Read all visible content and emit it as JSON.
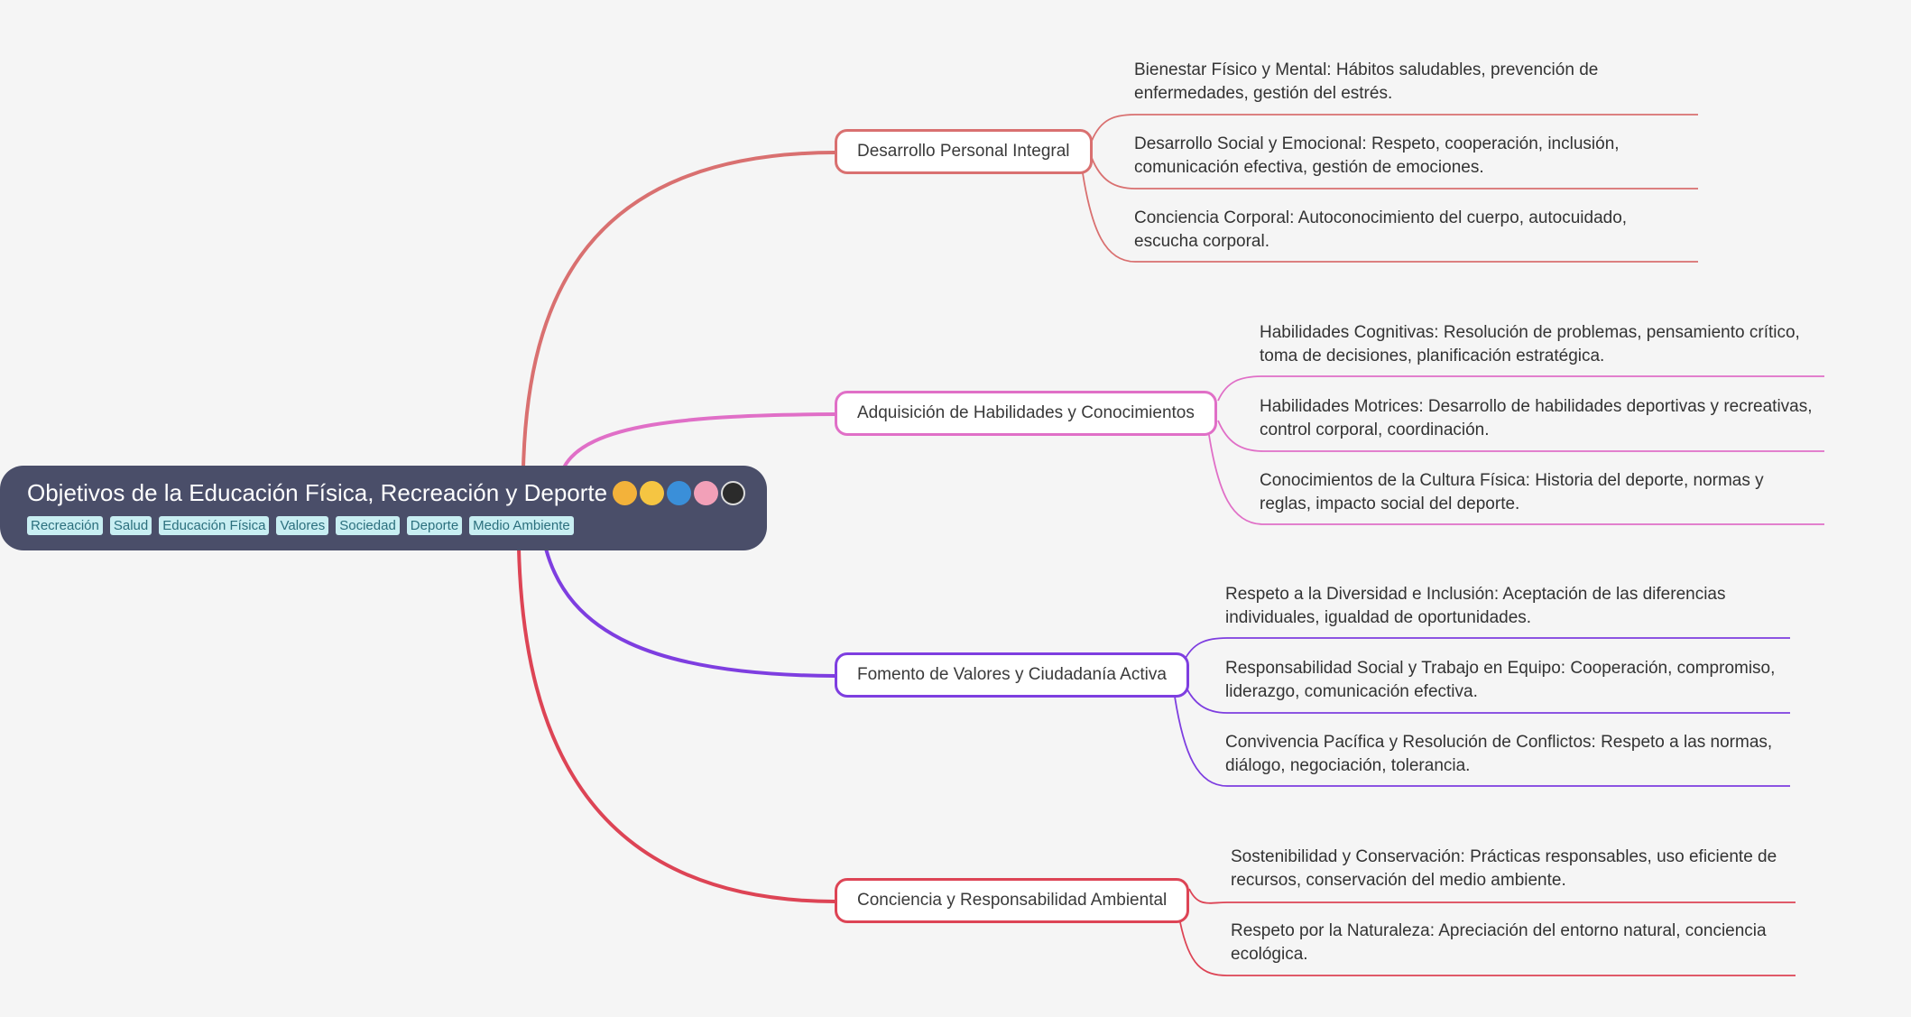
{
  "root": {
    "title": "Objetivos de la Educación Física, Recreación y Deporte",
    "emoji_icons": [
      "person-cartwheel-icon",
      "handshake-icon",
      "globe-icon",
      "brain-icon",
      "soccer-ball-icon"
    ],
    "tags": [
      "Recreación",
      "Salud",
      "Educación Física",
      "Valores",
      "Sociedad",
      "Deporte",
      "Medio Ambiente"
    ]
  },
  "colors": {
    "background": "#f5f5f5",
    "root": "#4a4e69",
    "tag_bg": "#c8eef2",
    "tag_text": "#2b6f7d",
    "branch1": "#d97070",
    "branch2": "#e06fc7",
    "branch3": "#7e3ee0",
    "branch4": "#dd4455"
  },
  "branches": [
    {
      "label": "Desarrollo Personal Integral",
      "items": [
        "Bienestar Físico y Mental:  Hábitos saludables, prevención de enfermedades,  gestión del estrés.",
        "Desarrollo Social y Emocional:  Respeto, cooperación,  inclusión, comunicación efectiva,  gestión de emociones.",
        "Conciencia Corporal:  Autoconocimiento del cuerpo,  autocuidado, escucha corporal."
      ]
    },
    {
      "label": "Adquisición de Habilidades y Conocimientos",
      "items": [
        "Habilidades Cognitivas: Resolución de problemas, pensamiento crítico, toma de decisiones, planificación estratégica.",
        "Habilidades Motrices:  Desarrollo de habilidades deportivas y recreativas, control corporal,  coordinación.",
        "Conocimientos de la Cultura Física:  Historia del deporte,  normas y reglas, impacto social del deporte."
      ]
    },
    {
      "label": "Fomento de Valores y Ciudadanía Activa",
      "items": [
        "Respeto a la Diversidad e Inclusión:  Aceptación de las diferencias individuales,  igualdad de oportunidades.",
        "Responsabilidad Social y Trabajo en Equipo:  Cooperación,  compromiso, liderazgo,  comunicación efectiva.",
        "Convivencia Pacífica y Resolución de Conflictos:  Respeto a las normas, diálogo,  negociación,  tolerancia."
      ]
    },
    {
      "label": "Conciencia y Responsabilidad Ambiental",
      "items": [
        "Sostenibilidad y Conservación:  Prácticas responsables,  uso eficiente de recursos,  conservación del medio ambiente.",
        "Respeto por la Naturaleza:  Apreciación del entorno natural,  conciencia ecológica."
      ]
    }
  ]
}
